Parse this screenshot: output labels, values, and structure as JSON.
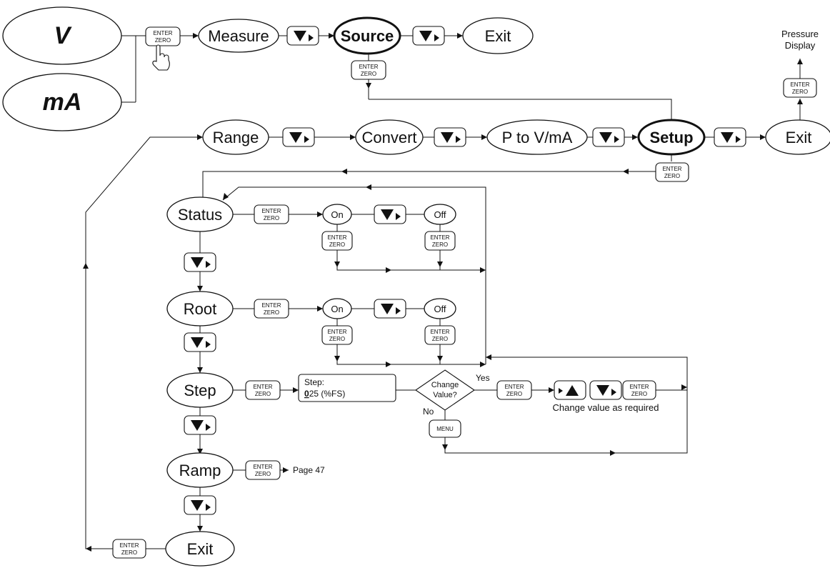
{
  "modes": {
    "v": "V",
    "ma": "mA"
  },
  "keys": {
    "enter": "ENTER",
    "zero": "ZERO",
    "menu": "MENU"
  },
  "nodes": {
    "measure": "Measure",
    "source": "Source",
    "exit": "Exit",
    "range": "Range",
    "convert": "Convert",
    "p_to_v": "P to V/mA",
    "setup": "Setup",
    "status": "Status",
    "root": "Root",
    "step": "Step",
    "ramp": "Ramp",
    "on": "On",
    "off": "Off"
  },
  "pressure_display": {
    "line1": "Pressure",
    "line2": "Display"
  },
  "step_display": {
    "line1": "Step:",
    "digit": "0",
    "rest": "25 (%FS)"
  },
  "decision": {
    "line1": "Change",
    "line2": "Value?",
    "yes": "Yes",
    "no": "No"
  },
  "change_note": "Change value as required",
  "ramp_ref": "Page 47"
}
